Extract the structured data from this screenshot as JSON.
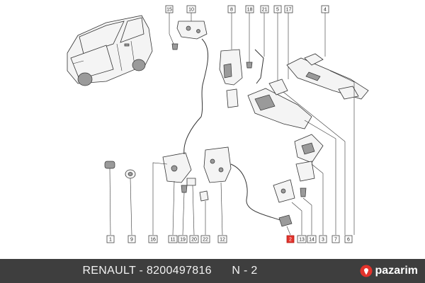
{
  "callouts": {
    "c1": "1",
    "c2": "2",
    "c3": "3",
    "c4": "4",
    "c5": "5",
    "c6": "6",
    "c7": "7",
    "c8": "8",
    "c9": "9",
    "c10": "10",
    "c11": "11",
    "c12": "12",
    "c13": "13",
    "c14": "14",
    "c15": "15",
    "c16": "16",
    "c17": "17",
    "c18": "18",
    "c19": "19",
    "c20": "20",
    "c21": "21",
    "c22": "22"
  },
  "caption": {
    "brand": "RENAULT",
    "separator": " - ",
    "part_number": "8200497816",
    "position_label": "N - 2"
  },
  "watermark": {
    "name": "pazarim",
    "icon": "map-pin-icon",
    "color": "#e3322b"
  },
  "colors": {
    "highlight": "#e3322b",
    "footer": "#3e3e3e"
  }
}
